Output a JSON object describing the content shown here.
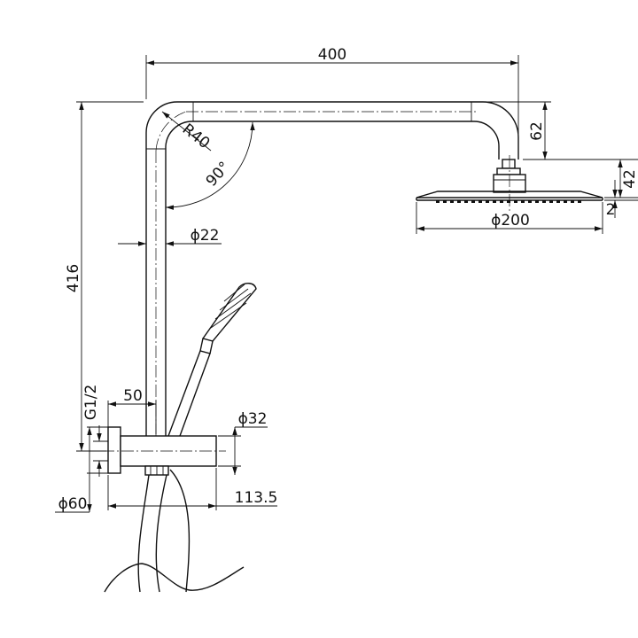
{
  "drawing": {
    "dimensions": {
      "width_400": "400",
      "head_drop_62": "62",
      "head_height_42": "42",
      "head_thickness_2": "2",
      "head_diameter": "ϕ200",
      "radius": "R40",
      "angle": "90°",
      "pipe_diameter": "ϕ22",
      "height_416": "416",
      "thread": "G1/2",
      "offset_50": "50",
      "body_diameter": "ϕ32",
      "flange_diameter": "ϕ60",
      "body_length": "113.5"
    }
  }
}
